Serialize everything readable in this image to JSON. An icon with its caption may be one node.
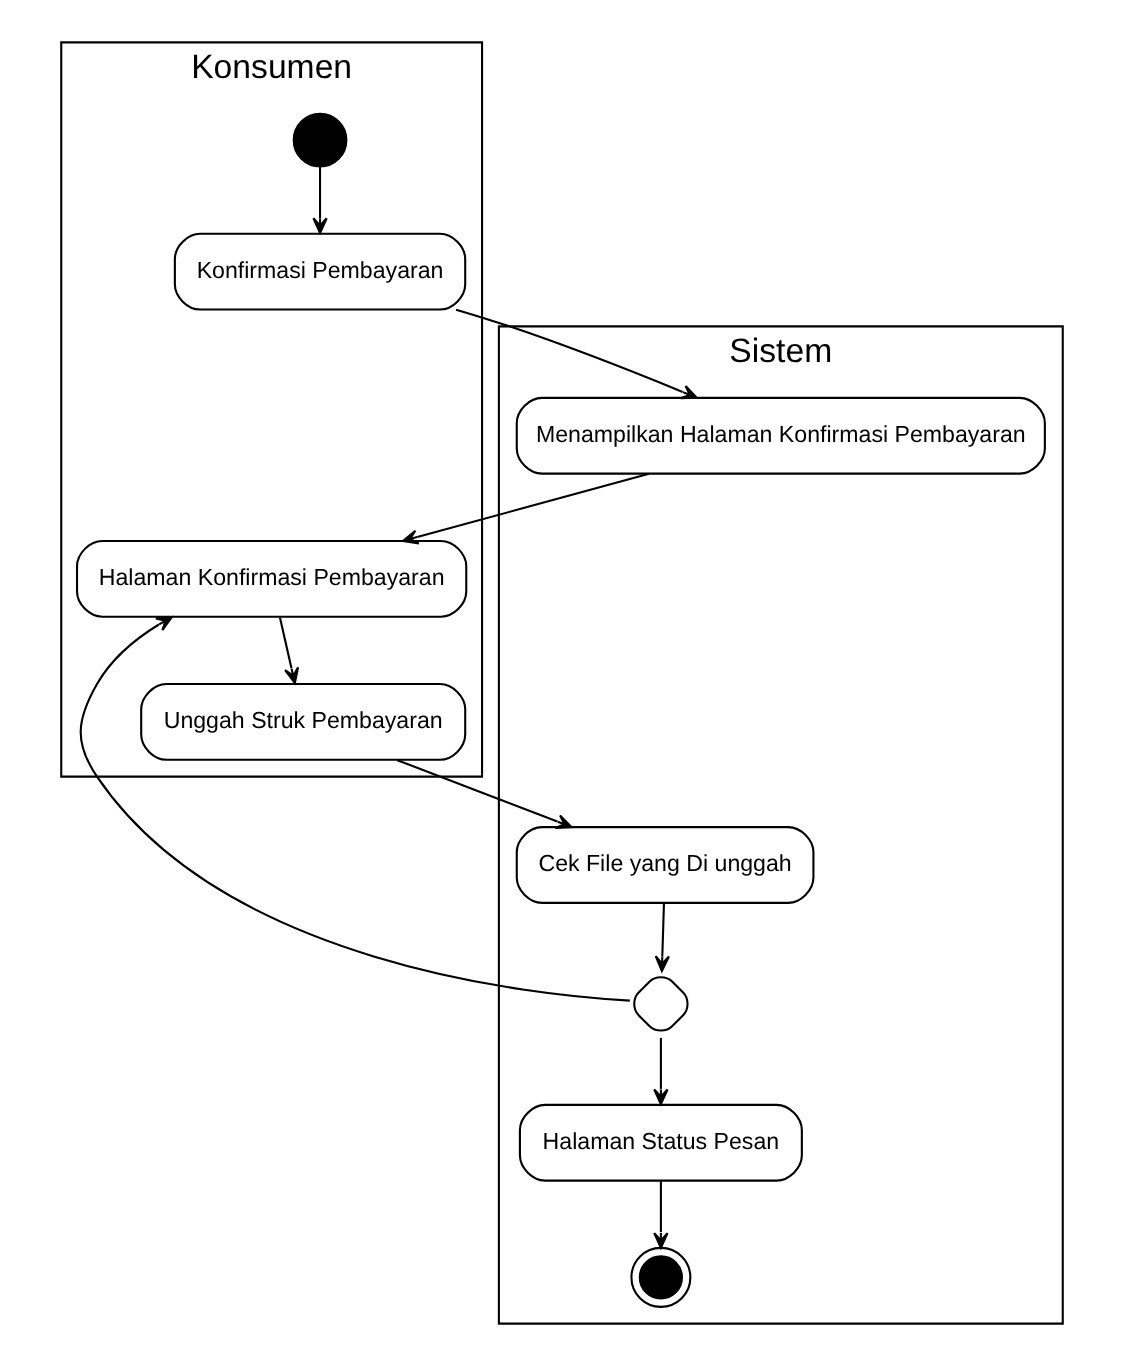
{
  "diagram": {
    "nodes": [
      {
        "text": [
          "Konsumen"
        ]
      },
      {
        "text": [
          "Sistem"
        ]
      },
      {
        "text": [],
        "shape": "circle",
        "in": 0
      },
      {
        "text": [
          "Konfirmasi Pembayaran"
        ],
        "in": 0
      },
      {
        "text": [
          "Menampilkan Halaman Konfirmasi Pembayaran"
        ],
        "in": 1
      },
      {
        "text": [
          "Halaman Konfirmasi Pembayaran"
        ],
        "in": 0
      },
      {
        "text": [
          "Unggah Struk Pembayaran"
        ],
        "in": 0
      },
      {
        "text": [
          "Cek File yang Di unggah"
        ],
        "in": 1
      },
      {
        "text": [],
        "shape": "diamond",
        "in": 1
      },
      {
        "text": [
          "Halaman Status Pesan"
        ],
        "in": 1
      },
      {
        "text": [],
        "shape": "bullseye",
        "in": 1
      }
    ],
    "edges": [
      {
        "from": 2,
        "to": 3,
        "arrow": "to"
      },
      {
        "from": 3,
        "to": 4,
        "arrow": "to"
      },
      {
        "from": 4,
        "to": 5,
        "arrow": "to"
      },
      {
        "from": 5,
        "to": 6,
        "arrow": "to"
      },
      {
        "from": 6,
        "to": 7,
        "arrow": "to"
      },
      {
        "from": 7,
        "to": 8,
        "arrow": "to"
      },
      {
        "from": 8,
        "to": 5,
        "arrow": "to"
      },
      {
        "from": 8,
        "to": 9,
        "arrow": "to"
      },
      {
        "from": 9,
        "to": 10,
        "arrow": "to"
      }
    ]
  }
}
